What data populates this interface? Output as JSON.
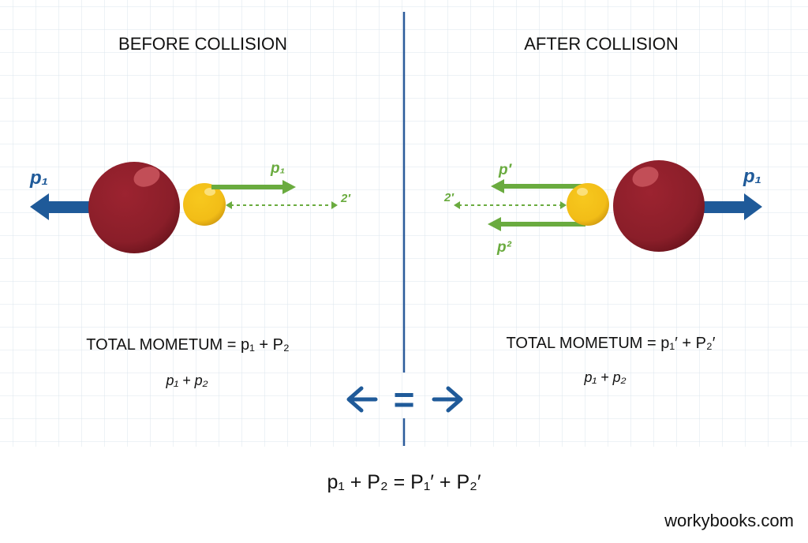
{
  "colors": {
    "blue": "#1f5a99",
    "green": "#6aab3f",
    "red_ball": "#8e1f2b",
    "yellow_ball": "#f4c21a",
    "grid": "#dbe5ee"
  },
  "before": {
    "title": "BEFORE COLLISION",
    "big_ball_label": "p₁",
    "small_ball_label": "p₁",
    "dotted_label": "2′",
    "total": "TOTAL MOMETUM = p₁ + P₂",
    "sum": "p₁ + p₂"
  },
  "after": {
    "title": "AFTER COLLISION",
    "big_ball_label": "p₁",
    "upper_arrow_label": "p′",
    "lower_arrow_label": "p²",
    "dotted_label": "2′",
    "total": "TOTAL MOMETUM = p₁′ + P₂′",
    "sum": "p₁ + p₂"
  },
  "center_symbol": "=",
  "conservation_equation": "p₁ + P₂ = P₁′ + P₂′",
  "brand": "workybooks.com"
}
